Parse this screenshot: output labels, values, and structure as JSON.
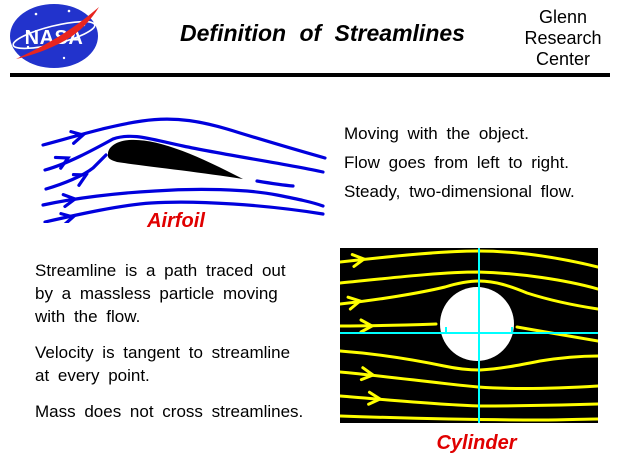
{
  "header": {
    "title": "Definition of Streamlines",
    "org": [
      "Glenn",
      "Research",
      "Center"
    ],
    "logo_text": "NASA"
  },
  "airfoil": {
    "label": "Airfoil",
    "notes": [
      "Moving with the object.",
      "Flow goes from left to right.",
      "Steady, two-dimensional flow."
    ]
  },
  "definitions": {
    "p1": [
      "Streamline is a path traced out",
      "by a massless particle moving",
      "with the flow."
    ],
    "p2": [
      "Velocity is tangent to streamline",
      "at every point."
    ],
    "p3": [
      "Mass does not cross streamlines."
    ]
  },
  "cylinder": {
    "label": "Cylinder"
  },
  "colors": {
    "streamline_blue": "#0000dd",
    "streamline_yellow": "#ffff00",
    "crosshair_cyan": "#00ffff",
    "label_red": "#e00000",
    "nasa_blue": "#2233cc",
    "nasa_red": "#e8251f",
    "cylinder_background": "#000000",
    "rule_black": "#000000"
  }
}
